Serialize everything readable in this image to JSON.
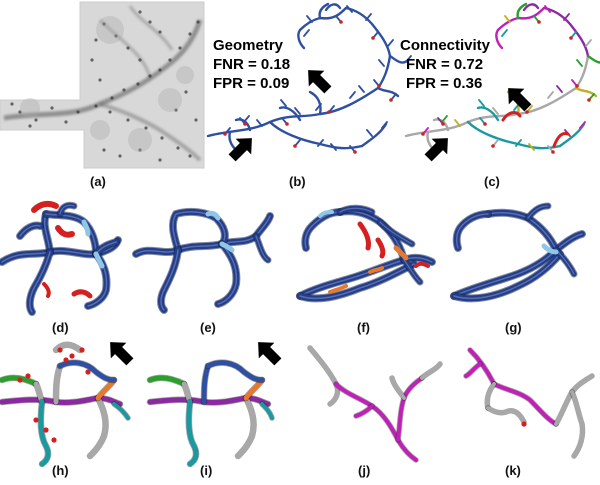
{
  "figure": {
    "panels": [
      {
        "id": "a",
        "label": "(a)"
      },
      {
        "id": "b",
        "label": "(b)"
      },
      {
        "id": "c",
        "label": "(c)"
      },
      {
        "id": "d",
        "label": "(d)"
      },
      {
        "id": "e",
        "label": "(e)"
      },
      {
        "id": "f",
        "label": "(f)"
      },
      {
        "id": "g",
        "label": "(g)"
      },
      {
        "id": "h",
        "label": "(h)"
      },
      {
        "id": "i",
        "label": "(i)"
      },
      {
        "id": "j",
        "label": "(j)"
      },
      {
        "id": "k",
        "label": "(k)"
      }
    ],
    "geometry": {
      "title": "Geometry",
      "fnr": "FNR = 0.18",
      "fpr": "FPR = 0.09"
    },
    "connectivity": {
      "title": "Connectivity",
      "fnr": "FNR = 0.72",
      "fpr": "FPR = 0.36"
    },
    "colors": {
      "tree_blue": "#2f4fa0",
      "tree_dark_blue": "#223e8c",
      "light_blue": "#8ec8e6",
      "error_red": "#d42020",
      "error_orange": "#e8782a",
      "magenta": "#c020b8",
      "purple": "#8a2aa0",
      "green": "#2aa02a",
      "teal": "#1a9aa0",
      "gray": "#a8a8a8",
      "olive": "#c0b020",
      "arrow": "#000000"
    }
  }
}
